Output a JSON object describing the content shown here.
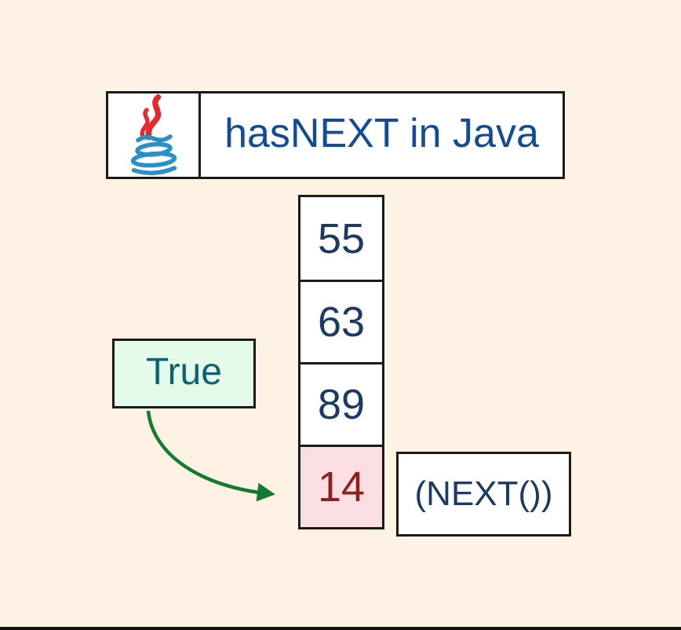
{
  "header": {
    "title": "hasNEXT in Java",
    "logo_icon": "java-logo-icon"
  },
  "stack": {
    "cells": [
      {
        "value": "55",
        "highlighted": false
      },
      {
        "value": "63",
        "highlighted": false
      },
      {
        "value": "89",
        "highlighted": false
      },
      {
        "value": "14",
        "highlighted": true
      }
    ]
  },
  "result": {
    "label": "True"
  },
  "method": {
    "label": "(NEXT())"
  },
  "icons": {
    "logo": "java-logo-icon",
    "arrow": "curved-arrow-icon"
  },
  "colors": {
    "background": "#fdf2e3",
    "box_border": "#1a1a1a",
    "title_blue": "#124c96",
    "number_navy": "#1c3a64",
    "highlight_text_red": "#8d1f1f",
    "highlight_cell_pink": "#fbdee2",
    "result_box_mint": "#e4fbe9",
    "result_text_teal": "#10606e",
    "arrow_green": "#147a30",
    "logo_flame_red": "#e52a2e",
    "logo_cup_blue": "#288fc7",
    "bottom_line_black": "#111111"
  }
}
